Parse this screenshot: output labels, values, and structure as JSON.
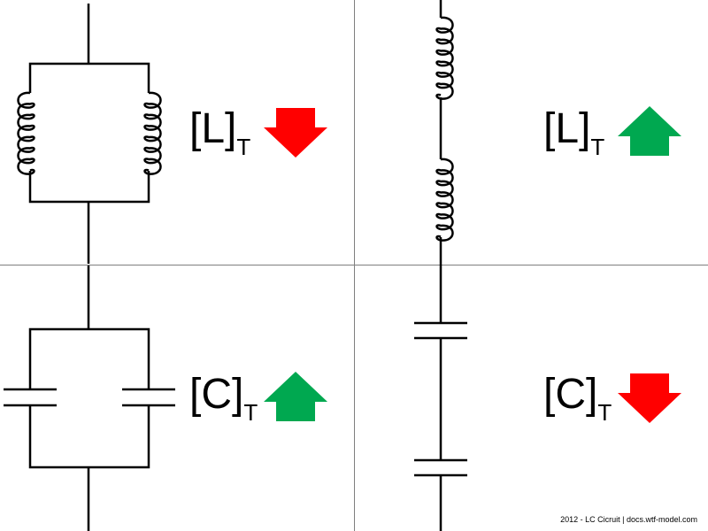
{
  "quadrants": [
    {
      "id": "parallel-inductors",
      "symbol": "L",
      "subscript": "T",
      "trend": "down",
      "config": "parallel",
      "component": "inductor"
    },
    {
      "id": "series-inductors",
      "symbol": "L",
      "subscript": "T",
      "trend": "up",
      "config": "series",
      "component": "inductor"
    },
    {
      "id": "parallel-capacitors",
      "symbol": "C",
      "subscript": "T",
      "trend": "up",
      "config": "parallel",
      "component": "capacitor"
    },
    {
      "id": "series-capacitors",
      "symbol": "C",
      "subscript": "T",
      "trend": "down",
      "config": "series",
      "component": "capacitor"
    }
  ],
  "labels": {
    "q0_open": "[L]",
    "q0_sub": "T",
    "q1_open": "[L]",
    "q1_sub": "T",
    "q2_open": "[C]",
    "q2_sub": "T",
    "q3_open": "[C]",
    "q3_sub": "T"
  },
  "colors": {
    "up": "#00a850",
    "down": "#ff0000",
    "divider": "#7f7f7f",
    "wire": "#000000"
  },
  "footer": "2012 - LC Cicruit | docs.wtf-model.com"
}
